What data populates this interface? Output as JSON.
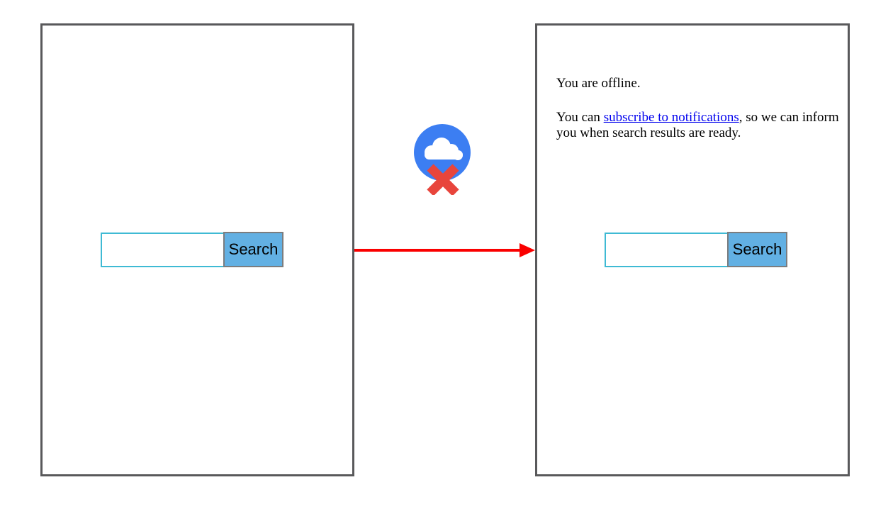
{
  "left_panel": {
    "search": {
      "input_value": "",
      "button_label": "Search"
    }
  },
  "connector": {
    "arrow_direction": "right",
    "icon": "offline-cloud-icon"
  },
  "right_panel": {
    "message": {
      "paragraph1": "You are offline.",
      "paragraph2_prefix": "You can ",
      "link_text": "subscribe to notifications",
      "paragraph2_suffix": ", so we can inform you when search results are ready."
    },
    "search": {
      "input_value": "",
      "button_label": "Search"
    }
  },
  "colors": {
    "frame_border": "#59595b",
    "input_border": "#3fbad4",
    "button_bg": "#62b0e3",
    "button_border": "#7b7d7f",
    "button_text": "#000000",
    "icon_circle": "#3c7ef2",
    "icon_cloud": "#ffffff",
    "icon_x": "#e8453c",
    "arrow": "#fa0000",
    "link": "#0000ee",
    "text": "#000000"
  }
}
